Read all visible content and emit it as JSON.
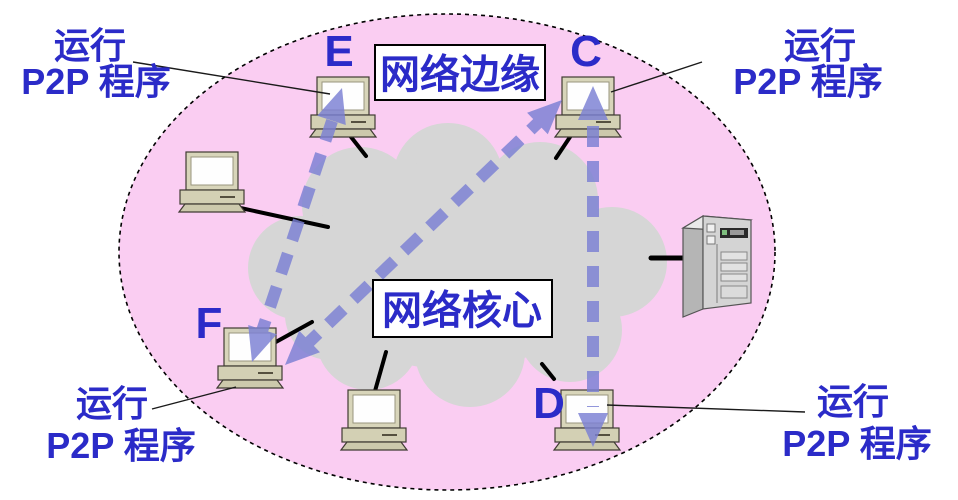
{
  "diagram": {
    "title": "P2P network edge / core diagram",
    "region_labels": {
      "edge": "网络边缘",
      "core": "网络核心"
    },
    "nodes": {
      "e": "E",
      "c": "C",
      "f": "F",
      "d": "D"
    },
    "callouts": {
      "top_left": {
        "line1": "运行",
        "line2": "P2P 程序"
      },
      "top_right": {
        "line1": "运行",
        "line2": "P2P 程序"
      },
      "bottom_left": {
        "line1": "运行",
        "line2": "P2P 程序"
      },
      "bottom_right": {
        "line1": "运行",
        "line2": "P2P 程序"
      }
    },
    "connections": {
      "p2p_links": [
        "E-F",
        "F-C",
        "C-D"
      ],
      "style": "bidirectional dashed arrows",
      "access_links": [
        "E-core",
        "C-core",
        "F-core",
        "D-core",
        "host-left-core",
        "host-bottom-core",
        "server-core"
      ]
    },
    "colors": {
      "edge_fill": "#FACDF2",
      "cloud_fill": "#D6D6D6",
      "arrow": "#7B80D4",
      "text_blue": "#2B2BC8",
      "line_black": "#000000",
      "box_fill": "#FFFFFF"
    }
  }
}
